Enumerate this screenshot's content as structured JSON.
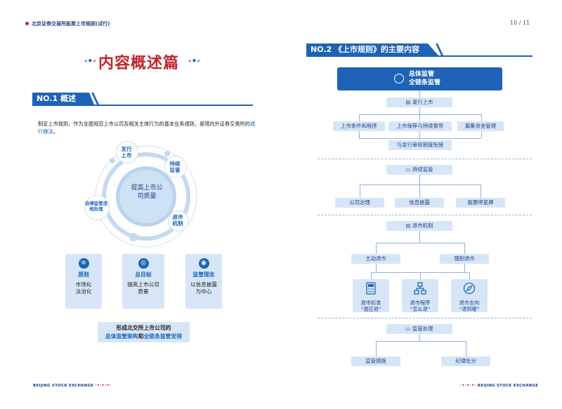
{
  "header": {
    "doc_title": "北京证券交易所股票上市规则(试行)",
    "page_number": "10 / 11"
  },
  "left": {
    "main_title": "内容概述篇",
    "section1": {
      "banner": "NO.1 概述"
    },
    "intro_text": "制定上市规则，作为全面规范上市公司及相关主体行为的基本业务规则，是境内外证券交易所的",
    "intro_link": "通行做法",
    "intro_end": "。",
    "orbit": {
      "center": "提高上市公司质量",
      "nodes": [
        "发行上市",
        "持续监管",
        "退市机制",
        "自律监管违规处理"
      ]
    },
    "cards": [
      {
        "icon": "list-icon",
        "title": "原则",
        "text": "市场化法治化"
      },
      {
        "icon": "target-icon",
        "title": "总目标",
        "text": "提高上市公司质量"
      },
      {
        "icon": "eye-icon",
        "title": "监管理念",
        "text": "以信息披露为中心"
      }
    ],
    "summary": {
      "line1": "形成北交所上市公司的",
      "hl1": "总体监管架构",
      "mid": "和",
      "hl2": "全链条监管安排"
    },
    "footer": {
      "brand": "BEIJING STOCK EXCHANGE"
    }
  },
  "right": {
    "section2": {
      "banner": "NO.2 《上市规则》的主要内容"
    },
    "top_box": {
      "line1": "总体监管",
      "line2": "全链条监管"
    },
    "issuance": {
      "label": "发行上市",
      "items": [
        "上市条件和程序",
        "上市保荐与持续督导",
        "募集资金管理"
      ],
      "bottom": "与发行审核制度衔接"
    },
    "continuous": {
      "label": "持续监管",
      "items": [
        "公司治理",
        "信息披露",
        "股票停复牌"
      ]
    },
    "delisting": {
      "label": "退市机制",
      "types": [
        "主动退市",
        "强制退市"
      ],
      "subs": [
        {
          "text1": "退市标准",
          "text2": "“谁应退”"
        },
        {
          "text1": "退市程序",
          "text2": "“怎么退”"
        },
        {
          "text1": "退市去向",
          "text2": "“退到哪”"
        }
      ]
    },
    "supervision": {
      "label": "监管处理",
      "items": [
        "监管措施",
        "纪律处分"
      ]
    },
    "footer": {
      "brand": "BEIJING STOCK EXCHANGE"
    }
  }
}
